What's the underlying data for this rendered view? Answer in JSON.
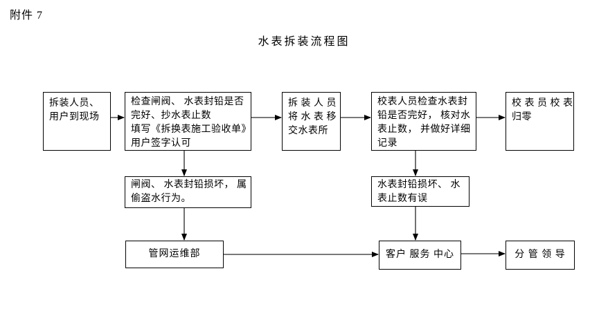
{
  "page": {
    "attachment_label": "附件 7",
    "title": "水表拆装流程图",
    "background_color": "#ffffff",
    "box_border_color": "#000000",
    "connector_line_color": "#4d4d4d",
    "arrowhead_color": "#000000",
    "text_color": "#000000"
  },
  "flowchart": {
    "nodes": {
      "arrive": {
        "lines": [
          "拆装人员、",
          "用户到现场"
        ]
      },
      "check": {
        "lines": [
          "检查闸阀、 水表封铅是否",
          "完好、抄水表止数",
          "填写《拆换表施工验收单》",
          "用户签字认可"
        ]
      },
      "transfer": {
        "lines": [
          "拆 装 人 员",
          "将 水 表 移",
          "交水表所"
        ]
      },
      "verify": {
        "lines": [
          "校表人员检查水表封",
          "铅是否完好， 核对水",
          "表止数， 并做好详细",
          "记录"
        ]
      },
      "reset": {
        "lines": [
          "校 表 员 校 表",
          "归零"
        ]
      },
      "theft": {
        "lines": [
          "闸阀、 水表封铅损坏， 属",
          "偷盗水行为。"
        ]
      },
      "seal_error": {
        "lines": [
          "水表封铅损坏、 水",
          "表止数有误"
        ]
      },
      "pipeline_dept": {
        "label": "管网运维部"
      },
      "customer_service": {
        "label": "客户 服务 中心"
      },
      "leader": {
        "label": "分 管 领 导"
      }
    }
  }
}
